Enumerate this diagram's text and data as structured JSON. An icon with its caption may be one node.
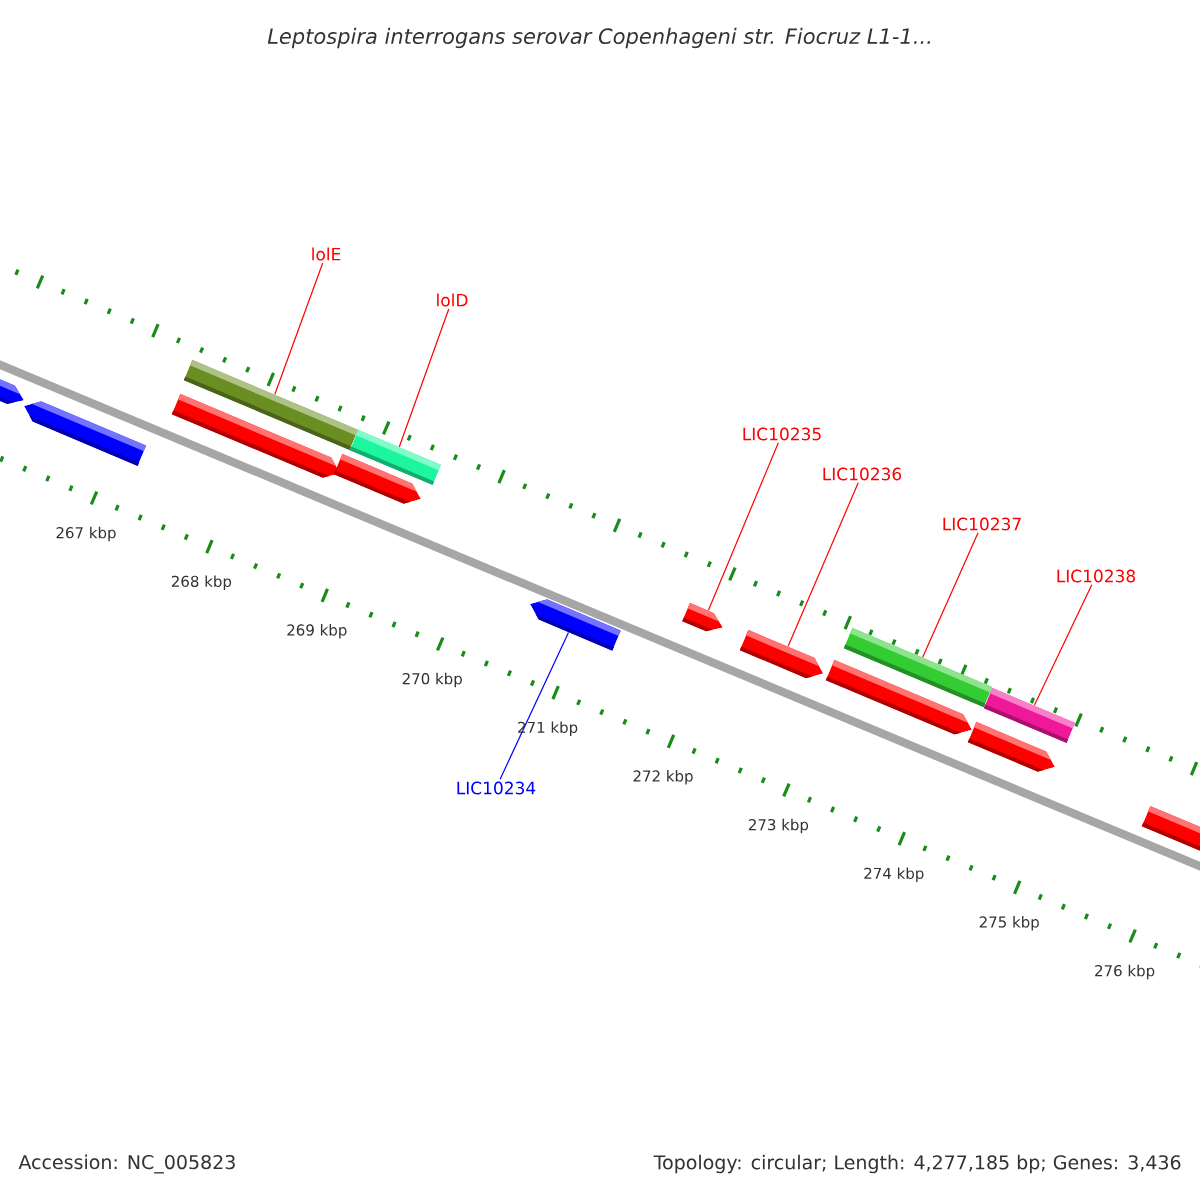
{
  "diagram": {
    "title": "Leptospira interrogans serovar Copenhageni str. Fiocruz L1-1...",
    "nodes": [
      {
        "text": [
          "lolE"
        ]
      },
      {
        "text": [
          "lolD"
        ]
      },
      {
        "text": [
          "LIC10235"
        ]
      },
      {
        "text": [
          "LIC10236"
        ]
      },
      {
        "text": [
          "LIC10237"
        ]
      },
      {
        "text": [
          "LIC10238"
        ]
      },
      {
        "text": [
          "LIC10234"
        ]
      },
      {
        "text": [],
        "shape": "arrow"
      },
      {
        "text": [],
        "shape": "arrow"
      },
      {
        "text": [],
        "shape": "arrow"
      },
      {
        "text": [],
        "shape": "bar"
      },
      {
        "text": [],
        "shape": "arrow"
      },
      {
        "text": [],
        "shape": "bar"
      },
      {
        "text": [],
        "shape": "arrow"
      },
      {
        "text": [],
        "shape": "arrow"
      },
      {
        "text": [],
        "shape": "arrow"
      },
      {
        "text": [],
        "shape": "arrow"
      },
      {
        "text": [],
        "shape": "bar"
      },
      {
        "text": [],
        "shape": "arrow"
      },
      {
        "text": [],
        "shape": "bar"
      },
      {
        "text": [],
        "shape": "arrow"
      }
    ],
    "edges": [
      {
        "from": 0,
        "to": 10,
        "arrow": "none"
      },
      {
        "from": 1,
        "to": 12,
        "arrow": "none"
      },
      {
        "from": 2,
        "to": 14,
        "arrow": "none"
      },
      {
        "from": 3,
        "to": 15,
        "arrow": "none"
      },
      {
        "from": 4,
        "to": 17,
        "arrow": "none"
      },
      {
        "from": 5,
        "to": 19,
        "arrow": "none"
      },
      {
        "from": 6,
        "to": 13,
        "arrow": "none",
        "color": "#0000ff"
      }
    ],
    "labels": [
      "267 kbp",
      "268 kbp",
      "269 kbp",
      "270 kbp",
      "271 kbp",
      "272 kbp",
      "273 kbp",
      "274 kbp",
      "275 kbp",
      "276 kbp",
      "Accession: NC_005823",
      "Topology: circular; Length: 4,277,185 bp; Genes: 3,436"
    ]
  }
}
